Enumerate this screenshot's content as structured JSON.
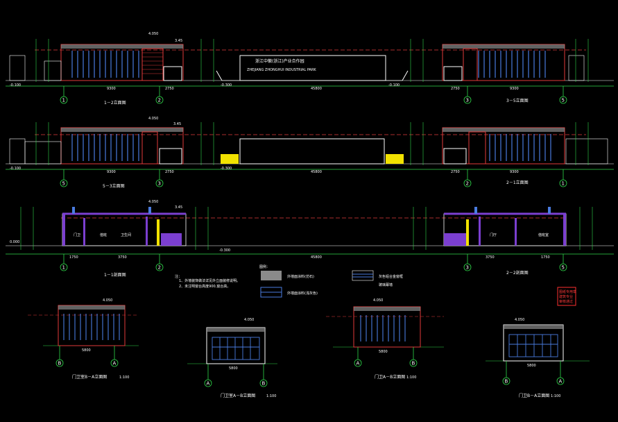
{
  "colors": {
    "background": "#000000",
    "facade_red": "#e23a3a",
    "glazing_blue": "#4a7ce0",
    "dimension_green": "#2fd84a",
    "dimension_white": "#ffffff",
    "cut_purple": "#7b3fd0",
    "accent_yellow": "#f2e200",
    "hatch_grey": "#8a8a8a",
    "stamp_red": "#ff3030"
  },
  "row1": {
    "left_title": "1－2立面图",
    "right_title": "3－5立面图",
    "banner_title": "浙江中徽(浙江)产业合作园",
    "banner_subtitle": "ZHEJIANG ZHONGHUI INDUSTRIAL PARK",
    "dims": [
      "9300",
      "2750",
      "45800",
      "2750",
      "9300"
    ],
    "levels": [
      "-0.100",
      "4.050",
      "3.45",
      "-0.300",
      "-0.100"
    ],
    "axes": [
      "1",
      "2",
      "3",
      "5"
    ]
  },
  "row2": {
    "left_title": "5－3立面图",
    "right_title": "2－1立面图",
    "dims": [
      "9300",
      "2750",
      "45800",
      "2750",
      "9300"
    ],
    "levels": [
      "-0.100",
      "4.050",
      "3.45",
      "-0.300"
    ],
    "axes": [
      "5",
      "3",
      "2",
      "1"
    ]
  },
  "row3": {
    "left_title": "1－1剖面图",
    "right_title": "2－2剖面图",
    "dims": [
      "1750",
      "3750",
      "45800",
      "3750",
      "1750"
    ],
    "levels": [
      "4.050",
      "3.45",
      "-0.300",
      "0.000"
    ],
    "axes": [
      "1",
      "2",
      "3",
      "5"
    ],
    "room_labels": [
      "门卫",
      "值班",
      "卫生间",
      "门厅",
      "值班室"
    ]
  },
  "notes": {
    "heading": "注：",
    "lines": [
      "1、外墙装饰做法详见外立面装修说明。",
      "2、未注明窗台高度900,窗台高。"
    ]
  },
  "legend": {
    "heading": "图例：",
    "items": [
      "外墙面涂料(仿石)",
      "外墙面涂料(浅灰色)",
      "灰色铝合金窗框",
      "玻璃幕墙"
    ]
  },
  "bottom": {
    "views": [
      {
        "title": "门卫室B－A立面图",
        "scale": "1:100",
        "axes": [
          "B",
          "A"
        ],
        "dim": "5800",
        "top": "4.050"
      },
      {
        "title": "门卫室A－B立面图",
        "scale": "1:100",
        "axes": [
          "A",
          "B"
        ],
        "dim": "5800",
        "top": "4.050"
      },
      {
        "title": "门卫A－B立面图",
        "scale": "1:100",
        "axes": [
          "A",
          "B"
        ],
        "dim": "5800",
        "top": "4.050"
      },
      {
        "title": "门卫B－A立面图",
        "scale": "1:100",
        "axes": [
          "B",
          "A"
        ],
        "dim": "5800",
        "top": "4.050"
      }
    ]
  },
  "stamp": {
    "lines": [
      "图纸专用章",
      "建筑专业",
      "审核通过"
    ]
  }
}
